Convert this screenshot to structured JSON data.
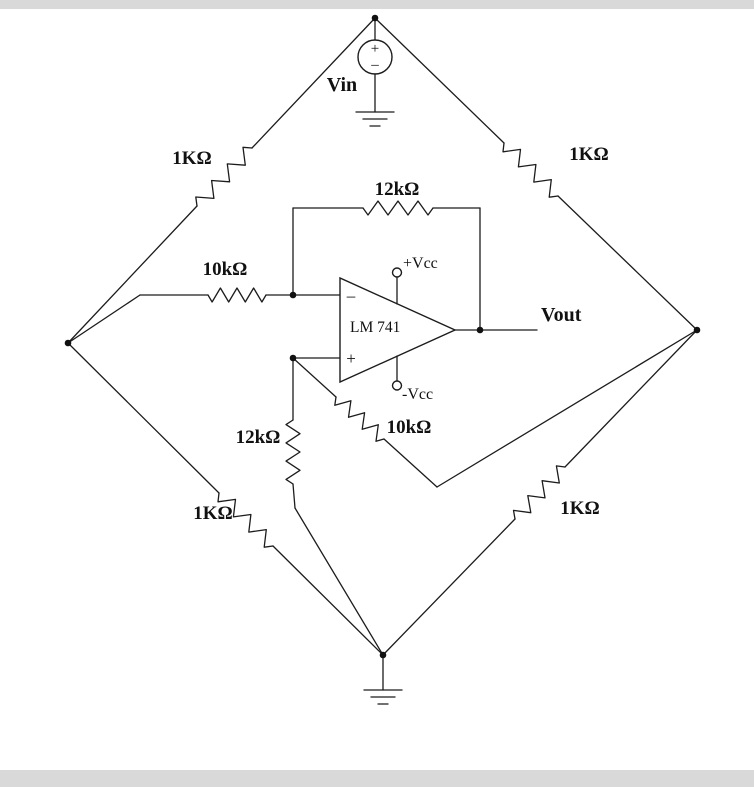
{
  "page": {
    "background": "#ffffff",
    "chrome_bar_color": "#d9d9d9",
    "line_color": "#1c1c1c"
  },
  "source": {
    "label": "Vin",
    "plus": "+",
    "minus": "–"
  },
  "opamp": {
    "part_label": "LM 741",
    "inverting_input": "–",
    "noninverting_input": "+",
    "vcc_positive": "+Vcc",
    "vcc_negative": "-Vcc"
  },
  "output": {
    "label": "Vout"
  },
  "resistors": {
    "bridge_top_left": "1KΩ",
    "bridge_top_right": "1KΩ",
    "bridge_bottom_left": "1KΩ",
    "bridge_bottom_right": "1KΩ",
    "feedback": "12kΩ",
    "inverting_input": "10kΩ",
    "noninverting_to_bottom": "12kΩ",
    "noninverting_to_right": "10kΩ"
  }
}
